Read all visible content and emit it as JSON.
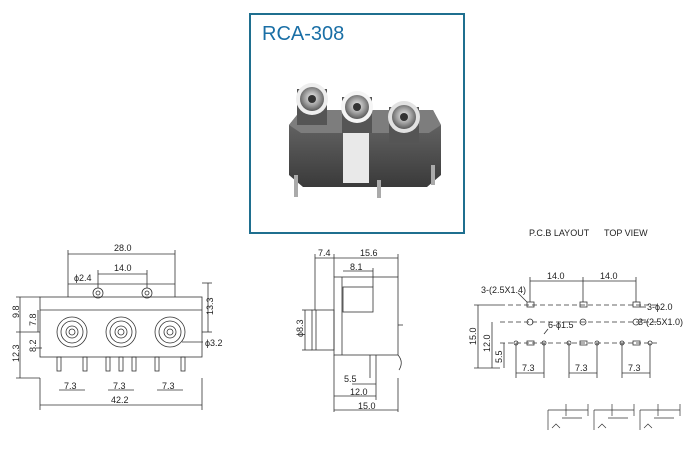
{
  "product": {
    "model": "RCA-308"
  },
  "pcb_header": {
    "layout_label": "P.C.B LAYOUT",
    "view_label": "TOP VIEW"
  },
  "front_view": {
    "dim_overall_top": "28.0",
    "dim_hole_pitch": "14.0",
    "dim_small_hole": "ϕ2.4",
    "dim_left_upper": "9.8",
    "dim_left_mid": "7.8",
    "dim_left_low": "8.2",
    "dim_left_lower": "12.3",
    "dim_right_height": "13.3",
    "dim_right_hole": "ϕ3.2",
    "dim_pin_1": "7.3",
    "dim_pin_2": "7.3",
    "dim_pin_3": "7.3",
    "dim_overall_width": "42.2"
  },
  "side_view": {
    "dim_top_left": "7.4",
    "dim_top_right": "15.6",
    "dim_body": "8.1",
    "dim_diameter": "ϕ8.3",
    "dim_pin": "5.5",
    "dim_base": "12.0",
    "dim_overall": "15.0"
  },
  "pcb_layout": {
    "dim_pitch_1": "14.0",
    "dim_pitch_2": "14.0",
    "slot_label": "3-(2.5X1.4)",
    "hole_large": "3-ϕ2.0",
    "slot_label_2": "3-(2.5X1.0)",
    "hole_small": "6-ϕ1.5",
    "dim_height_1": "15.0",
    "dim_height_2": "12.0",
    "dim_height_3": "5.5",
    "dim_pin_1": "7.3",
    "dim_pin_2": "7.3",
    "dim_pin_3": "7.3"
  },
  "colors": {
    "frame": "#1f6f8f",
    "title": "#1a6fa6",
    "lines": "#333333"
  }
}
